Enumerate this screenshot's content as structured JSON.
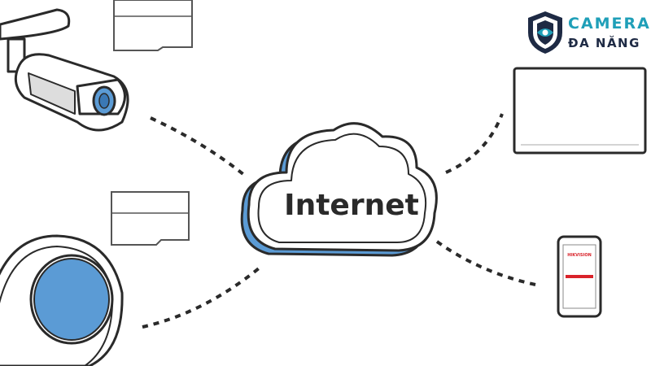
{
  "diagram": {
    "center_label": "Internet"
  },
  "logo": {
    "line1": "CAMERA",
    "line2": "ĐA NĂNG"
  },
  "phone": {
    "brand": "HIKVISION"
  },
  "colors": {
    "accent_blue": "#5b9bd5",
    "outline": "#2a2a2a",
    "logo_teal": "#1f9fb8",
    "logo_navy": "#1e2a44",
    "phone_red": "#d9232a"
  },
  "icons": [
    "cloud-icon",
    "bullet-camera-icon",
    "dome-camera-icon",
    "sd-card-icon",
    "monitor-icon",
    "smartphone-icon",
    "shield-icon"
  ]
}
